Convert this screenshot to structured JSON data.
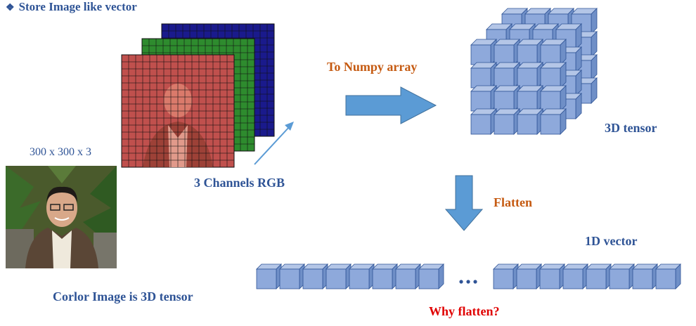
{
  "title": "Store Image like vector",
  "title_bullet": "❖",
  "image_dims": "300 x 300 x 3",
  "channels_label": "3 Channels RGB",
  "numpy_label": "To Numpy array",
  "tensor_label": "3D tensor",
  "flatten_label": "Flatten",
  "vector_label": "1D vector",
  "caption": "Corlor Image is 3D tensor",
  "question": "Why flatten?",
  "ellipsis": "...",
  "colors": {
    "text_blue": "#2F5496",
    "text_orange": "#C55A11",
    "text_red": "#E00000",
    "arrow_blue": "#5B9BD5",
    "cube_face": "#8EA9DB",
    "cube_edge": "#2F5496",
    "channel_red": "#C0504D",
    "channel_green": "#2E8B2E",
    "channel_blue": "#1A1A8C"
  },
  "icons": [
    "bullet-diamond-icon",
    "right-arrow-icon",
    "down-arrow-icon",
    "pointer-arrow-icon"
  ]
}
